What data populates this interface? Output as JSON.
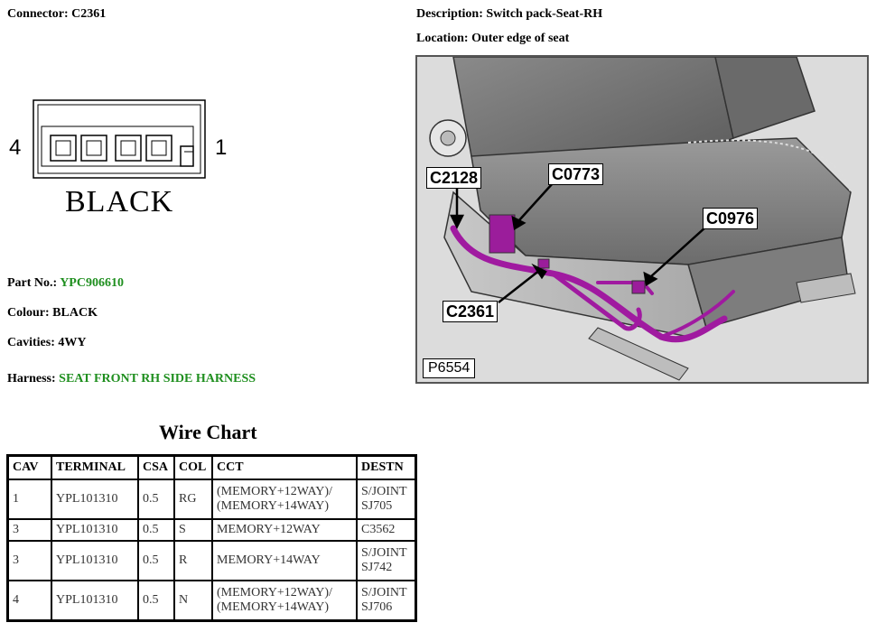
{
  "header": {
    "connector_label": "Connector:",
    "connector_value": "C2361",
    "description_label": "Description:",
    "description_value": "Switch pack-Seat-RH",
    "location_label": "Location:",
    "location_value": "Outer edge of seat"
  },
  "connector_drawing": {
    "left_pin": "4",
    "right_pin": "1",
    "color_label": "BLACK"
  },
  "details": {
    "part_no_label": "Part No.:",
    "part_no_value": "YPC906610",
    "colour_label": "Colour:",
    "colour_value": "BLACK",
    "cavities_label": "Cavities:",
    "cavities_value": "4WY",
    "harness_label": "Harness:",
    "harness_value": "SEAT FRONT RH SIDE HARNESS"
  },
  "wire_chart": {
    "title": "Wire Chart",
    "headers": [
      "CAV",
      "TERMINAL",
      "CSA",
      "COL",
      "CCT",
      "DESTN"
    ],
    "rows": [
      [
        "1",
        "YPL101310",
        "0.5",
        "RG",
        "(MEMORY+12WAY)/\n(MEMORY+14WAY)",
        "S/JOINT\nSJ705"
      ],
      [
        "3",
        "YPL101310",
        "0.5",
        "S",
        "MEMORY+12WAY",
        "C3562"
      ],
      [
        "3",
        "YPL101310",
        "0.5",
        "R",
        "MEMORY+14WAY",
        "S/JOINT\nSJ742"
      ],
      [
        "4",
        "YPL101310",
        "0.5",
        "N",
        "(MEMORY+12WAY)/\n(MEMORY+14WAY)",
        "S/JOINT\nSJ706"
      ]
    ]
  },
  "photo": {
    "callouts": [
      "C2128",
      "C0773",
      "C0976",
      "C2361"
    ],
    "code": "P6554",
    "harness_color": "#a01aa0"
  }
}
